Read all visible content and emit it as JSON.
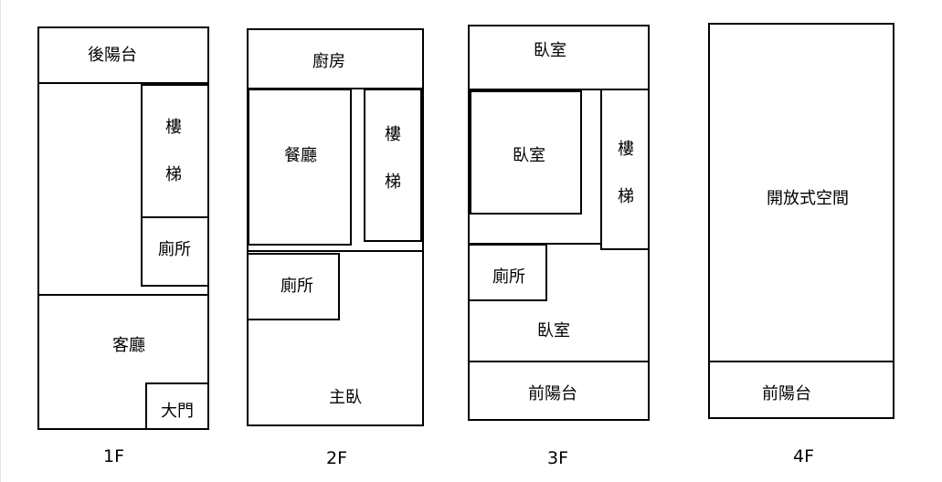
{
  "floors": [
    {
      "label": "1F",
      "rooms": {
        "back_balcony": "後陽台",
        "stairs_char1": "樓",
        "stairs_char2": "梯",
        "toilet": "廁所",
        "living_room": "客廳",
        "main_door": "大門"
      }
    },
    {
      "label": "2F",
      "rooms": {
        "kitchen": "廚房",
        "dining_room": "餐廳",
        "stairs_char1": "樓",
        "stairs_char2": "梯",
        "toilet": "廁所",
        "master_bedroom": "主臥"
      }
    },
    {
      "label": "3F",
      "rooms": {
        "bedroom_top": "臥室",
        "bedroom_middle": "臥室",
        "stairs_char1": "樓",
        "stairs_char2": "梯",
        "toilet": "廁所",
        "bedroom_bottom": "臥室",
        "front_balcony": "前陽台"
      }
    },
    {
      "label": "4F",
      "rooms": {
        "open_space": "開放式空間",
        "front_balcony": "前陽台"
      }
    }
  ]
}
